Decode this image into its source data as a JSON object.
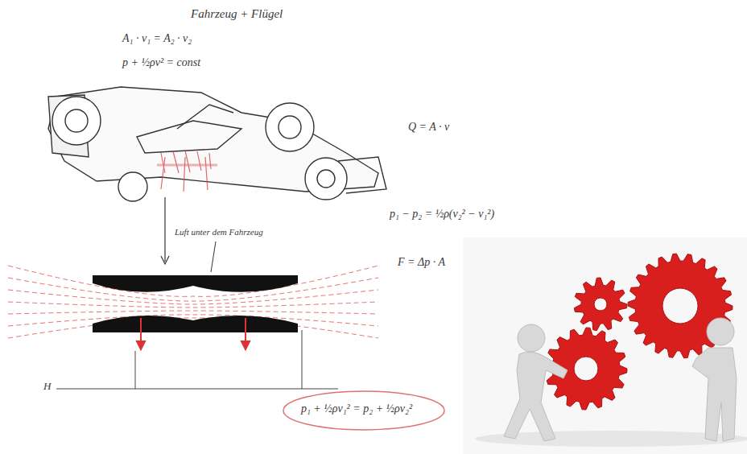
{
  "diagram": {
    "title": "Fahrzeug + Flügel",
    "labels": [
      "A₁ · v₁ = A₂ · v₂",
      "p + ½ρv² = const",
      "Q = A · v",
      "p₁ − p₂ = ½ρ(v₂² − v₁²)",
      "F = Δp · A",
      "p₁ + ½ρv₁² = p₂ + ½ρv₂²",
      "Luft unter dem Fahrzeug",
      "H"
    ]
  }
}
